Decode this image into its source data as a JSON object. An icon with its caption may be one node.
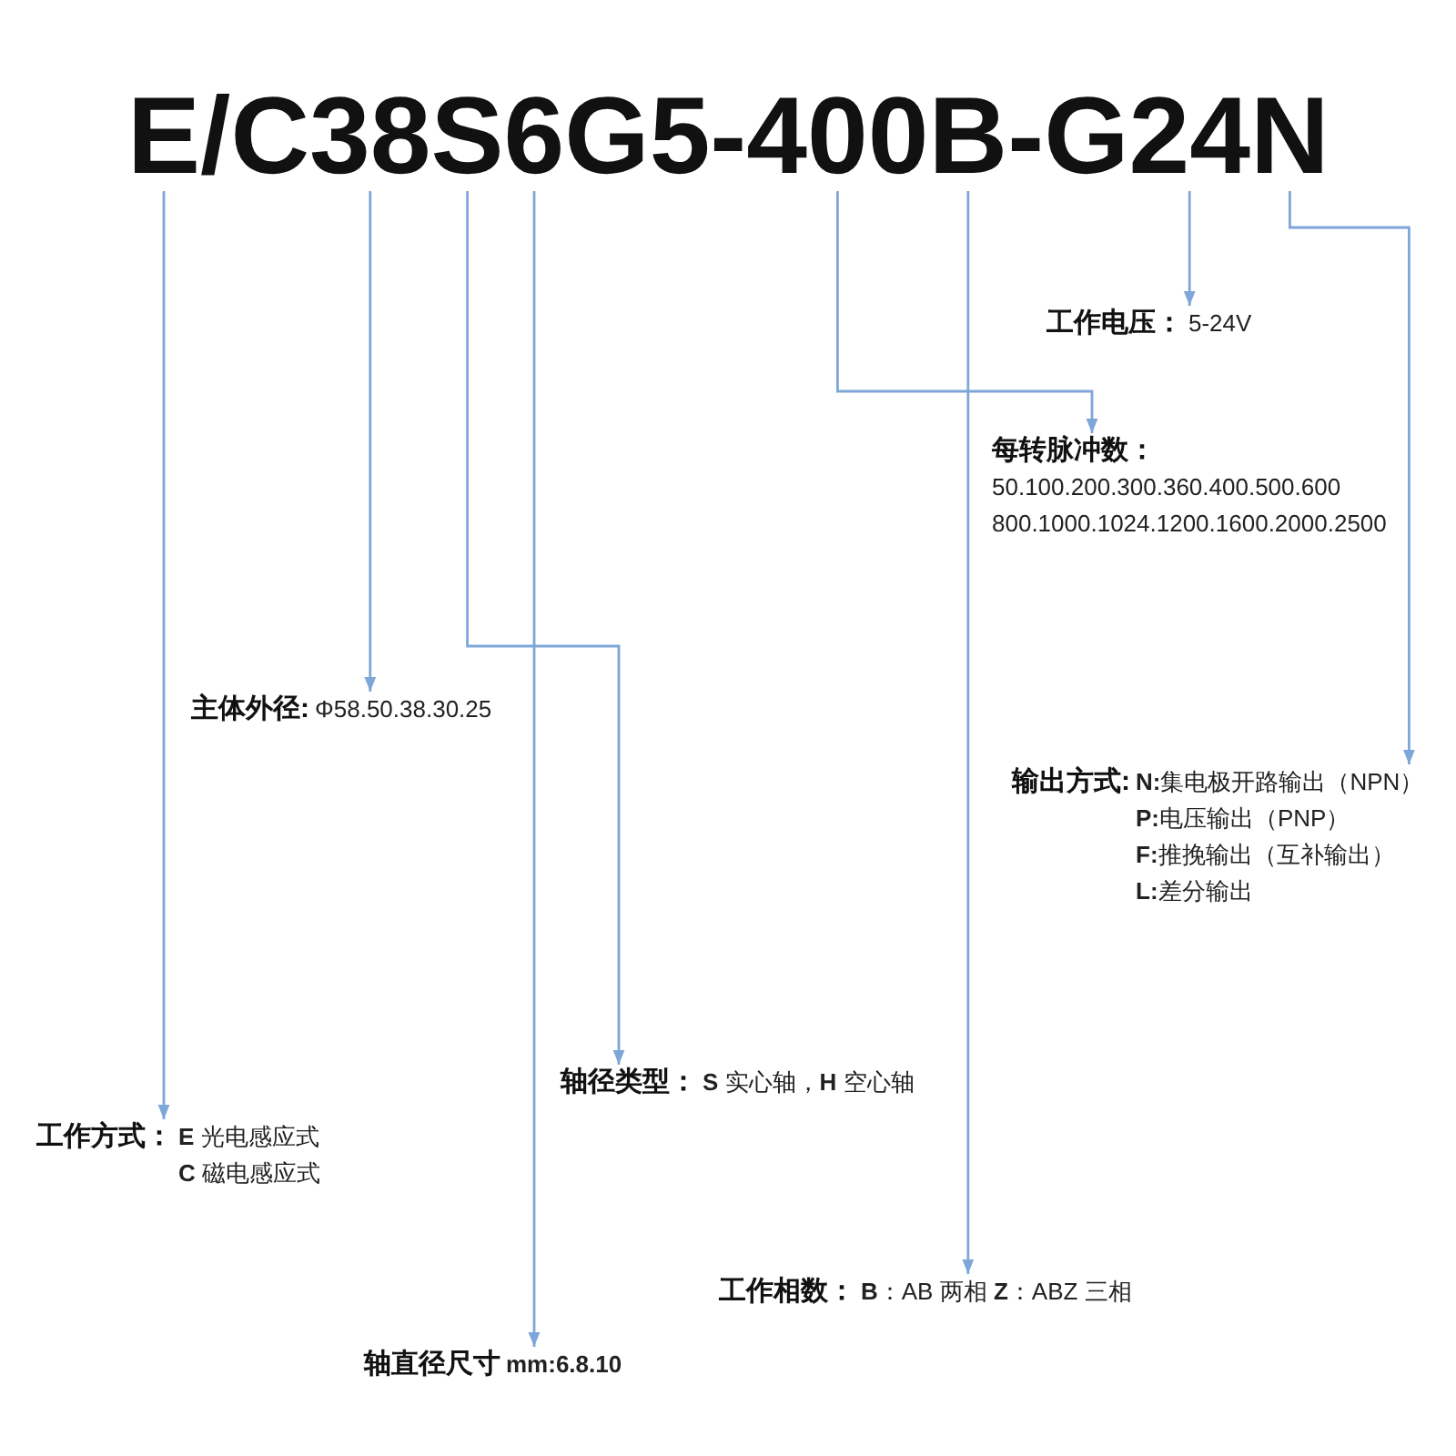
{
  "diagram": {
    "nodes": [
      {
        "text": [
          "E/C38S6G5-400B-G24N"
        ]
      },
      {
        "text": [
          "工作电压：",
          "5-24V"
        ]
      },
      {
        "text": [
          "每转脉冲数：",
          "50.100.200.300.360.400.500.600",
          "800.1000.1024.1200.1600.2000.2500"
        ]
      },
      {
        "text": [
          "主体外径:",
          "Φ58.50.38.30.25"
        ]
      },
      {
        "text": [
          "输出方式:",
          "**N:**集电极开路输出（NPN）",
          "**P:**电压输出（PNP）",
          "**F:**推挽输出（互补输出）",
          "**L:**差分输出"
        ]
      },
      {
        "text": [
          "轴径类型：",
          "**S** 实心轴，**H** 空心轴"
        ]
      },
      {
        "text": [
          "工作方式：",
          "**E** 光电感应式",
          "**C** 磁电感应式"
        ]
      },
      {
        "text": [
          "工作相数：",
          "**B**：AB 两相 **Z**：ABZ 三相"
        ]
      },
      {
        "text": [
          "轴直径尺寸",
          "mm:6.8.10"
        ]
      }
    ],
    "edges": [
      {
        "from": 0,
        "to": 6,
        "arrow": "to"
      },
      {
        "from": 0,
        "to": 3,
        "arrow": "to"
      },
      {
        "from": 0,
        "to": 5,
        "arrow": "to"
      },
      {
        "from": 0,
        "to": 8,
        "arrow": "to"
      },
      {
        "from": 0,
        "to": 2,
        "arrow": "to"
      },
      {
        "from": 0,
        "to": 7,
        "arrow": "to"
      },
      {
        "from": 0,
        "to": 1,
        "arrow": "to"
      },
      {
        "from": 0,
        "to": 4,
        "arrow": "to"
      }
    ]
  }
}
